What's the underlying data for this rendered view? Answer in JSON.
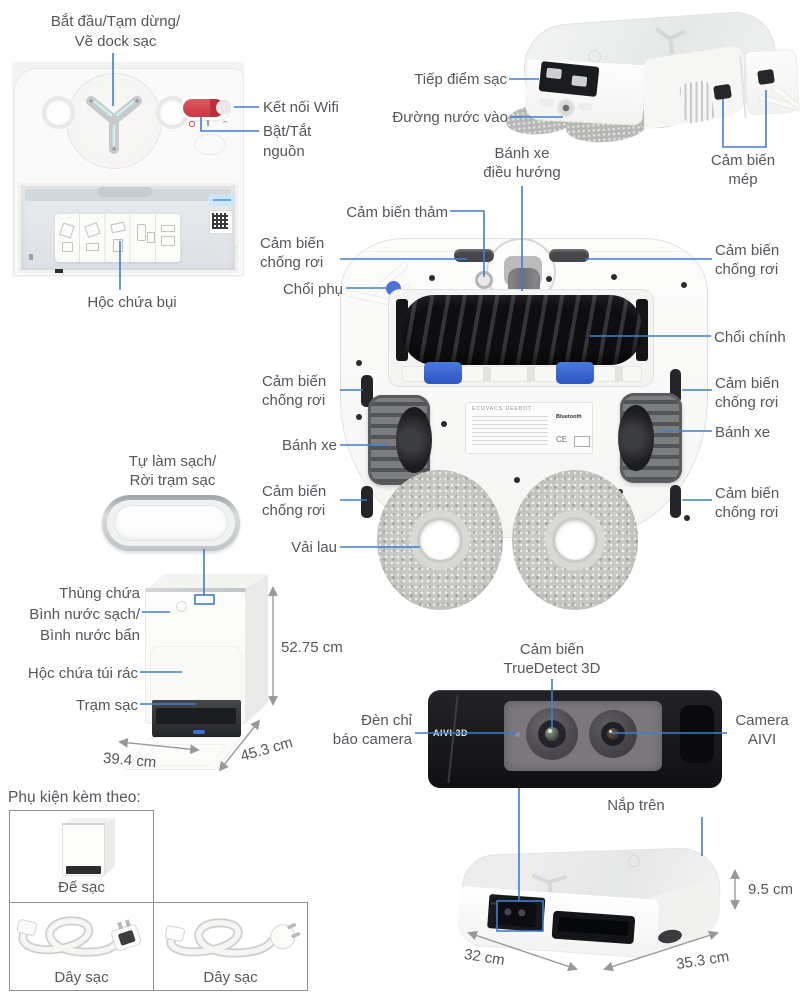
{
  "colors": {
    "callout_blue": "#3e7ed2",
    "label_gray": "#54575c",
    "dimension_gray": "#97999c",
    "power_switch_red": "#c83942"
  },
  "labels": {
    "start_pause": "Bắt đầu/Tạm dừng/\nVẽ dock sạc",
    "wifi": "Kết nối Wifi",
    "power": "Bật/Tắt\nnguồn",
    "dust_box": "Hộc chứa bụi",
    "charge_contacts": "Tiếp điểm sạc",
    "water_inlet": "Đường nước vào",
    "caster_wheel": "Bánh xe\nđiều hướng",
    "edge_sensor": "Cảm biến\nmép",
    "carpet_sensor": "Cảm biến thảm",
    "anti_fall_sensor": "Cảm biến\nchống rơi",
    "side_brush": "Chổi phụ",
    "main_brush": "Chổi chính",
    "wheel": "Bánh xe",
    "mop_cloth": "Vải lau",
    "self_clean": "Tự làm sạch/\nRời trạm sạc",
    "water_tanks": "Thùng chứa\nBình nước sạch/\nBình nước bẩn",
    "dust_bag": "Hộc chứa túi rác",
    "charging_station": "Trạm sạc",
    "truedetect": "Cảm biến\nTrueDetect 3D",
    "camera_indicator": "Đèn chỉ\nbáo camera",
    "camera_aivi": "Camera\nAIVI",
    "top_cover": "Nắp trên"
  },
  "dimensions": {
    "dock_height": "52.75 cm",
    "dock_width": "39.4 cm",
    "dock_depth": "45.3 cm",
    "robot_height": "9.5 cm",
    "robot_width": "32 cm",
    "robot_depth": "35.3 cm"
  },
  "camera_module": {
    "panel_text": "AIVI 3D"
  },
  "label_plate": {
    "brand": "ECOVACS DEEBOT",
    "bluetooth": "Bluetooth",
    "ce": "CE"
  },
  "accessories": {
    "title": "Phụ kiện kèm theo:",
    "items": [
      {
        "label": "Đế sạc"
      },
      {
        "label": "Dây sạc"
      },
      {
        "label": "Dây sạc"
      }
    ]
  }
}
